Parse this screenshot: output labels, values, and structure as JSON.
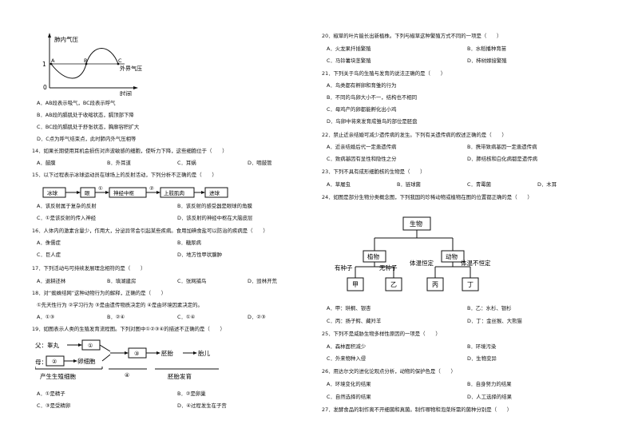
{
  "graph": {
    "ylabel": "肺内气压",
    "xlabel": "时间",
    "outside": "外界气压",
    "tick1": "1",
    "tick0": "0",
    "pA": "A",
    "pB": "B",
    "pC": "C"
  },
  "q13opts": [
    "A．AB段表示吸气，BC段表示呼气",
    "B．AB段的膈肌处于收缩状态，膈顶部下降",
    "C．BC段的膈肌处于舒张状态，胸廓容积扩大",
    "D．C点为呼气结束点，此时肺内外气压相等"
  ],
  "q14": {
    "stem": "14．如果长期使用耳机会损伤对声波敏感的细胞，使听力下降，这些细胞位于（　　）",
    "a": "A．鼓膜",
    "b": "B．外耳道",
    "c": "C．耳蜗",
    "d": "D．咽鼓管"
  },
  "q15": {
    "stem": "15．以下过程表示冰球运动员在球场上的反射活动，下列分析不正确的是（　　）",
    "flow": [
      "冰球",
      "眼",
      "①",
      "神经中枢",
      "②",
      "上肢肌肉",
      "进球"
    ],
    "a": "A．该反射属于复杂的反射",
    "b": "B．该反射的感受器是眼球的角膜",
    "c": "C．①是该反射的传入神经",
    "d": "D．该反射的神经中枢在大脑皮层"
  },
  "q16": {
    "stem": "16．人体内的激素含量少，作用大，分泌异常会引起某些疾病。食用加碘食盐可以防治的疾病是（　　）",
    "a": "A．侏儒症",
    "b": "B．糖尿病",
    "c": "C．巨人症",
    "d": "D．地方性甲状腺肿"
  },
  "q17": {
    "stem": "17．下列活动与可持续发展理念相符的是（　　）",
    "a": "A．退耕还林",
    "b": "B．填湖建房",
    "c": "C．张网捕鸟",
    "d": "D．毁林开荒"
  },
  "q18": {
    "stem": "18．对“蜘蛛结网”这种动物行为的解释，正确的是（　　）",
    "line": "①先天性行为 ②学习行为 ③是由遗传物质决定的 ④是由环境因素决定的。",
    "a": "A．①③",
    "b": "B．②④",
    "c": "C．①④",
    "d": "D．②③"
  },
  "q19": {
    "stem": "19．如图表示人类的生殖发育流程图。下列对图中①②③④的描述不正确的是（　　）",
    "father": "父：睾丸",
    "mother": "母：",
    "egg": "卵细胞",
    "b1": "①",
    "b2": "②",
    "b3": "③",
    "b4": "④",
    "embryo": "胚胎",
    "fetus": "胎儿",
    "cap1": "产生生殖细胞",
    "cap2": "胚胎发育",
    "a": "A．①是精子",
    "b": "B．②是卵巢",
    "c": "C．③是受精卵",
    "d": "D．④过程发生在子宫"
  },
  "q20": {
    "stem": "20．椒草的叶片能长出新植株。下列与椒草这种繁殖方式不同的一项是（　　）",
    "a": "A．火龙果扦插繁殖",
    "b": "B．水稻播种育苗",
    "c": "C．马铃薯块茎繁殖",
    "d": "D．柿树嫁接繁殖"
  },
  "q21": {
    "stem": "21．下列关于鸟的生殖与发育的说法正确的是（　　）",
    "a": "A．鸟类都有孵卵和育雏的行为",
    "b": "B．不同的鸟卵大小不一，结构也不相同",
    "c": "C．母鸡产的卵都能孵化出小鸡",
    "d": "D．鸟卵中将来发育成雏鸟的部位是胚盘"
  },
  "q22": {
    "stem": "22．禁止近亲结婚可减少遗传病的发生。下列有关遗传病的叙述正确的是（　　）",
    "a": "A．近亲结婚后代一定患遗传病",
    "b": "B．携带致病基因一定患遗传病",
    "c": "C．致病基因有显性和隐性之分",
    "d": "D．肺结核和白化病都是遗传病"
  },
  "q23": {
    "stem": "23．下列不具有成形细胞核的生物是（　　）",
    "a": "A．草履虫",
    "b": "B．链球菌",
    "c": "C．青霉菌",
    "d": "D．木耳"
  },
  "q24": {
    "stem": "24．如图是部分生物分类概念图，下列我国的珍稀动物或植物在图的位置都正确的是（　　）",
    "root": "生物",
    "plant": "植物",
    "animal": "动物",
    "seed": "有种子",
    "noseed": "无种子",
    "warm": "体温恒定",
    "cold": "体温不恒定",
    "k1": "甲",
    "k2": "乙",
    "k3": "丙",
    "k4": "丁",
    "a": "A．甲：珙桐、银杏",
    "b": "B．乙：水杉、银杉",
    "c": "C．丙：扬子鳄、藏羚羊",
    "d": "D．丁：金丝猴、大熊猫"
  },
  "q25": {
    "stem": "25．下列不是威胁生物多样性原因的一项是（　　）",
    "a": "A．森林面积减少",
    "b": "B．环境污染",
    "c": "C．外来物种入侵",
    "d": "D．生物变异"
  },
  "q26": {
    "stem": "26．用达尔文的进化论观点分析，动物的保护色是（　　）",
    "a": "A．环境变化的结果",
    "b": "B．自身努力的结果",
    "c": "C．自然选择的结果",
    "d": "D．人工选择的结果"
  },
  "q27": {
    "stem": "27．发酵食品的制作离不开细菌和真菌。制作哪物和泡菜所需的菌种分别是（　　）"
  }
}
